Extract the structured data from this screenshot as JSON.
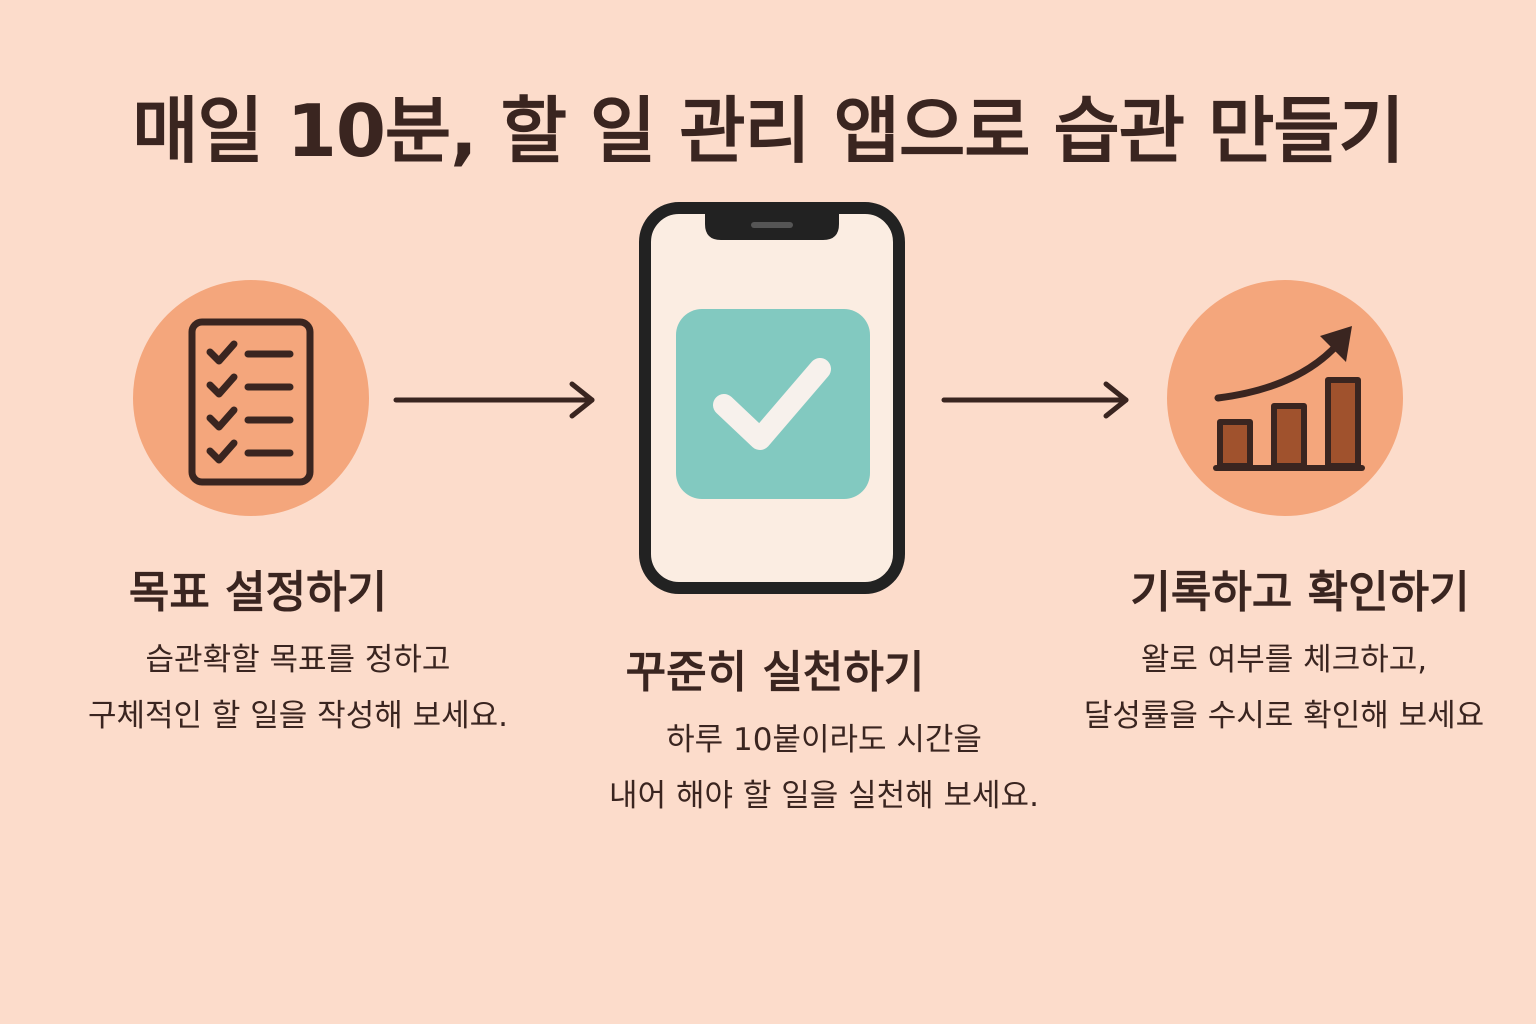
{
  "title": "매일 10분, 할 일 관리 앱으로 습관 만들기",
  "steps": [
    {
      "icon": "checklist-icon",
      "title": "목표 설정하기",
      "desc": [
        "습관확할 목표를 정하고",
        "구체적인 할 일을 작성해 보세요."
      ]
    },
    {
      "icon": "check-icon",
      "title": "꾸준히 실천하기",
      "desc": [
        "하루 10붙이라도 시간을",
        "내어 해야 할 일을 실천해 보세요."
      ]
    },
    {
      "icon": "bar-chart-growth-icon",
      "title": "기록하고 확인하기",
      "desc": [
        "왈로 여부를 체크하고,",
        "달성률을 수시로 확인해 보세요"
      ]
    }
  ],
  "colors": {
    "background": "#FCDCCB",
    "circle": "#F4A67C",
    "ink": "#3A2520",
    "check_tile": "#82C9C0",
    "phone_screen": "#FBEDE2",
    "bar_fill": "#A0522D"
  }
}
